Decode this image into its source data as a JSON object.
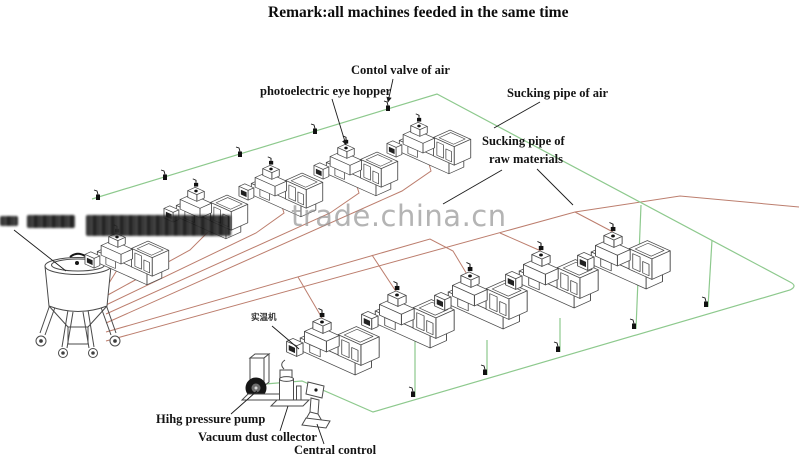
{
  "title": "Remark:all machines feeded in the same time",
  "labels": {
    "control_valve": "Contol valve of air",
    "photoelectric_hopper": "photoelectric eye hopper",
    "air_pipe": "Sucking pipe of air",
    "raw_pipe_line1": "Sucking pipe of",
    "raw_pipe_line2": "raw materials",
    "pressure_pump": "Hihg pressure pump",
    "dust_collector": "Vacuum dust collector",
    "central_control": "Central control",
    "machine_cn": "实温机"
  },
  "watermark": "trade.china.cn",
  "colors": {
    "air_pipe": "#8dc98d",
    "material_pipe": "#b5705e",
    "machine_outline": "#4a4a4a",
    "valve": "#111111"
  },
  "equipment": {
    "mixer_tank_count": 1,
    "injection_machine_count": 10,
    "aux_units": [
      "pressure-pump",
      "dust-collector",
      "central-control"
    ]
  }
}
